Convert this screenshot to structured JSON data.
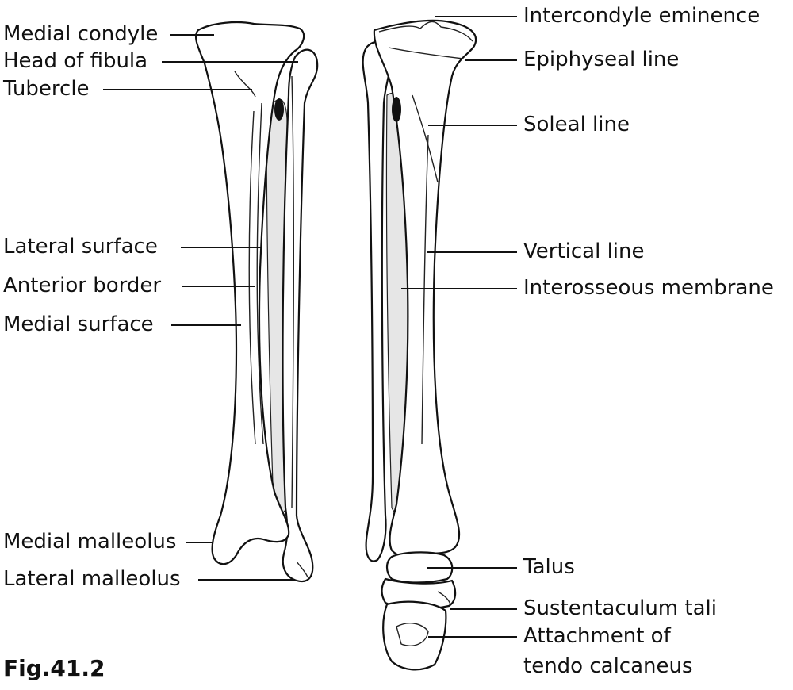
{
  "figure_label": "Fig.41.2",
  "left_view": {
    "labels": {
      "medial_condyle": "Medial condyle",
      "head_of_fibula": "Head of fibula",
      "tubercle": "Tubercle",
      "lateral_surface": "Lateral surface",
      "anterior_border": "Anterior border",
      "medial_surface": "Medial surface",
      "medial_malleolus": "Medial malleolus",
      "lateral_malleolus": "Lateral malleolus"
    }
  },
  "right_view": {
    "labels": {
      "intercondyle_eminence": "Intercondyle eminence",
      "epiphyseal_line": "Epiphyseal line",
      "soleal_line": "Soleal line",
      "vertical_line": "Vertical line",
      "interosseous_membrane": "Interosseous membrane",
      "talus": "Talus",
      "sustentaculum_tali": "Sustentaculum tali",
      "attachment_line1": "Attachment of",
      "attachment_line2": "tendo calcaneus"
    }
  }
}
